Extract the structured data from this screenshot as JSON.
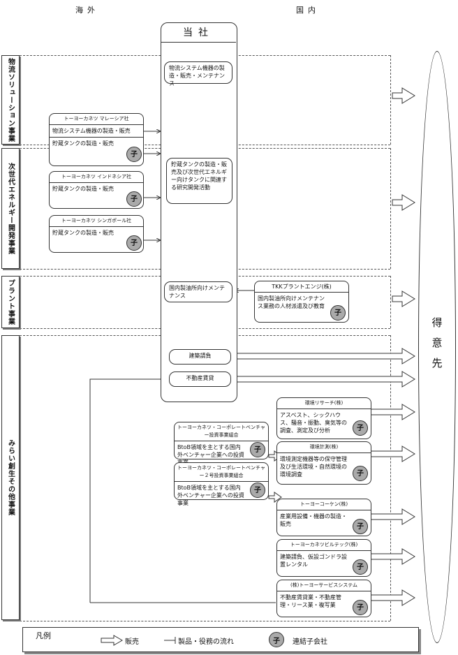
{
  "header": {
    "overseas": "海外",
    "domestic": "国内"
  },
  "company": {
    "title": "当社"
  },
  "customers": {
    "label": "得意先"
  },
  "segments": [
    {
      "name": "物流ソリューション事業"
    },
    {
      "name": "次世代エネルギー開発事業"
    },
    {
      "name": "プラント事業"
    },
    {
      "name": "みらい創生その他事業"
    }
  ],
  "company_activities": {
    "logistics": "物流システム機器の製造・販売・メンテナンス",
    "energy": "貯蔵タンクの製造・販売及び次世代エネルギー向けタンクに関連する研究開発活動",
    "plant": "国内製油所向けメンテナンス",
    "construction": "建築請負",
    "realestate": "不動産賃貸"
  },
  "overseas_subs": [
    {
      "name": "トーヨーカネツ マレーシア社",
      "l1": "物流システム機器の製造・販売",
      "l2": "貯蔵タンクの製造・販売"
    },
    {
      "name": "トーヨーカネツ インドネシア社",
      "l1": "貯蔵タンクの製造・販売"
    },
    {
      "name": "トーヨーカネツ シンガポール社",
      "l1": "貯蔵タンクの製造・販売"
    }
  ],
  "tkk": {
    "name": "TKKプラントエンジ(株)",
    "desc": "国内製油所向けメンテナンス業務の人材派遣及び教育"
  },
  "funds": [
    {
      "name": "トーヨーカネツ・コーポレートベンチャー投資事業組合",
      "desc": "BtoB領域を主とする国内外ベンチャー企業への投資事業"
    },
    {
      "name": "トーヨーカネツ・コーポレートベンチャー２号投資事業組合",
      "desc": "BtoB領域を主とする国内外ベンチャー企業への投資事業"
    }
  ],
  "domestic_subs": [
    {
      "name": "環境リサーチ(株)",
      "desc": "アスベスト、シックハウス、騒音・振動、臭気等の調査、測定及び分析"
    },
    {
      "name": "環境計測(株)",
      "desc": "環境測定機器等の保守管理及び生活環境・自然環境の環境調査"
    },
    {
      "name": "トーヨーコーケン(株)",
      "desc": "産業用設備・機器の製造・販売"
    },
    {
      "name": "トーヨーカネツビルテック(株)",
      "desc": "建築請負、仮設ゴンドラ設置レンタル"
    },
    {
      "name": "(株)トーヨーサービスシステム",
      "desc": "不動産賃貸業・不動産管理・リース業・複写業"
    }
  ],
  "subsidiary_mark": "子",
  "legend": {
    "title": "凡例",
    "sales": "販売",
    "flow": "製品・役務の流れ",
    "mark": "子",
    "consolidated": "連結子会社"
  }
}
